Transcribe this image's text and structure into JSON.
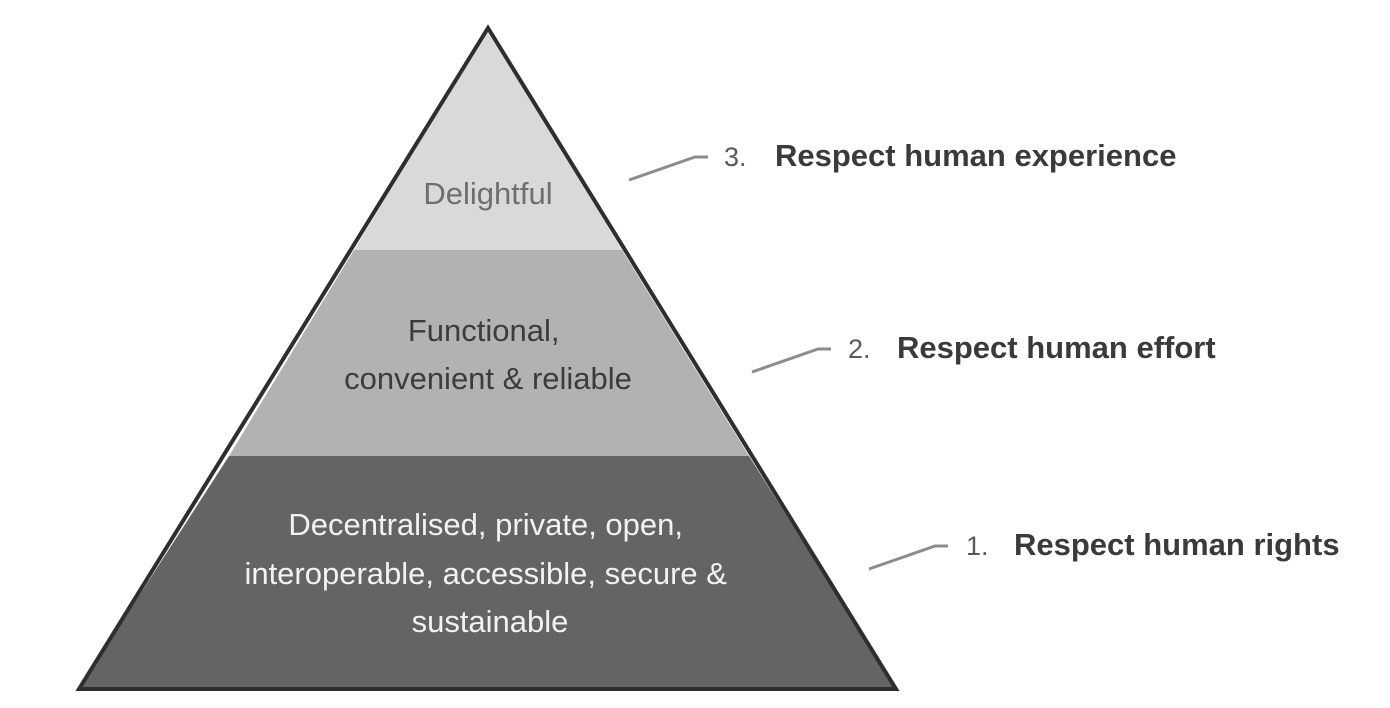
{
  "pyramid": {
    "tiers": [
      {
        "lines": [
          "Delightful"
        ],
        "fill": "#d9d9d9",
        "text_color": "#6e6e6e"
      },
      {
        "lines": [
          "Functional,",
          "convenient & reliable"
        ],
        "fill": "#b2b2b2",
        "text_color": "#3c3c3c"
      },
      {
        "lines": [
          "Decentralised, private, open,",
          "interoperable, accessible, secure &",
          "sustainable"
        ],
        "fill": "#646464",
        "text_color": "#f2f2f2"
      }
    ],
    "outline_color": "#2e2e2e"
  },
  "annotations": [
    {
      "number": "3.",
      "label": "Respect human experience"
    },
    {
      "number": "2.",
      "label": "Respect human effort"
    },
    {
      "number": "1.",
      "label": "Respect human rights"
    }
  ],
  "connector_color": "#8c8c8c"
}
